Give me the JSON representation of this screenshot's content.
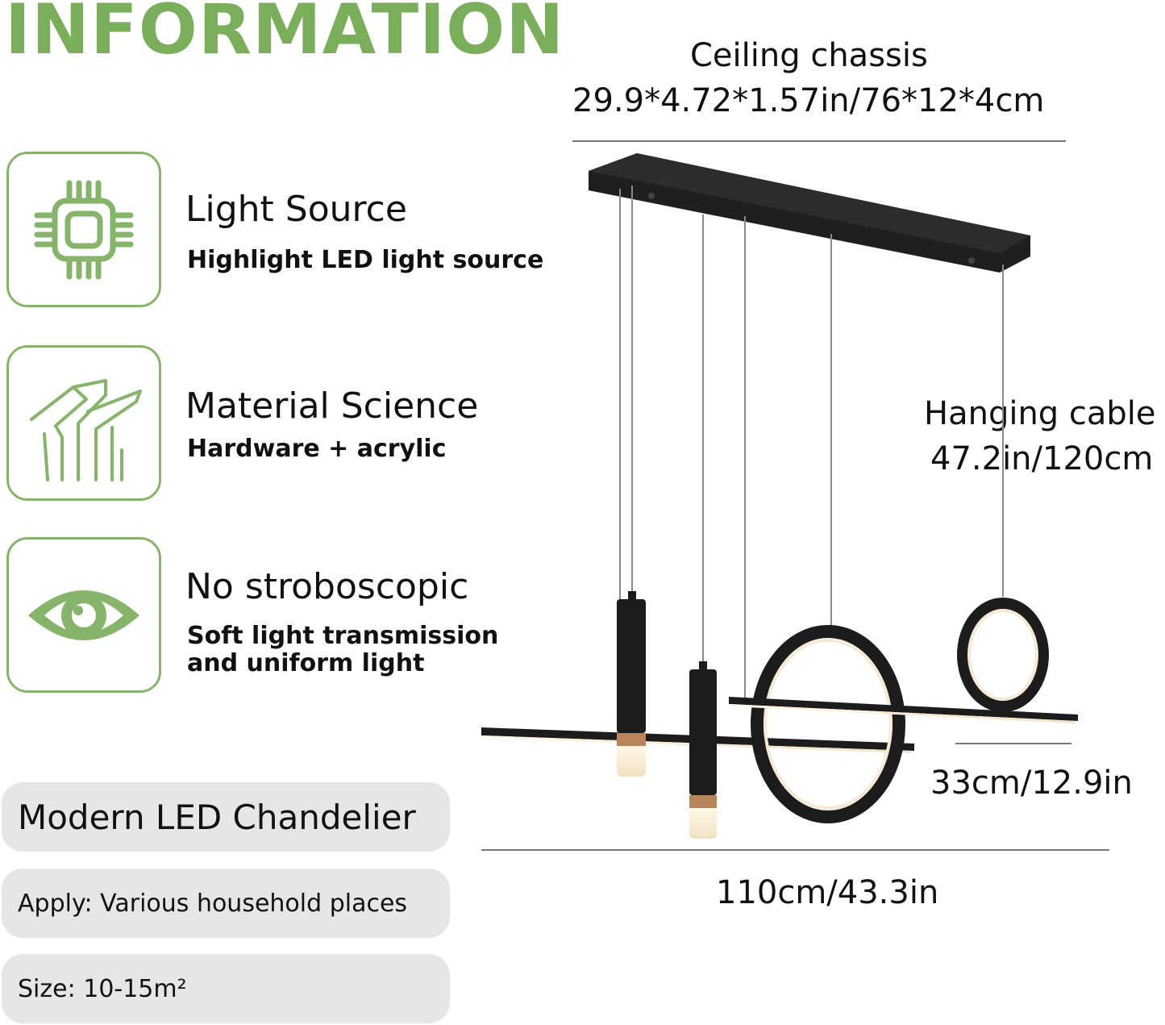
{
  "headline": "INFORMATION",
  "features": [
    {
      "icon": "chip-icon",
      "title": "Light Source",
      "desc": [
        "Highlight LED light source"
      ]
    },
    {
      "icon": "material-icon",
      "title": "Material Science",
      "desc": [
        "Hardware + acrylic"
      ]
    },
    {
      "icon": "eye-icon",
      "title": "No stroboscopic",
      "desc": [
        "Soft light transmission",
        "and uniform light"
      ]
    }
  ],
  "product": {
    "name": "Modern LED Chandelier",
    "apply": "Apply: Various household places",
    "size": "Size: 10-15m²"
  },
  "dimensions": {
    "ceiling_label": "Ceiling chassis",
    "ceiling_size": "29.9*4.72*1.57in/76*12*4cm",
    "cable_label": "Hanging cable",
    "cable_length": "47.2in/120cm",
    "depth": "33cm/12.9in",
    "width": "110cm/43.3in"
  },
  "colors": {
    "accent": "#7aae5b",
    "pill_bg": "#e6e6e6",
    "fixture": "#1a1a1a"
  }
}
